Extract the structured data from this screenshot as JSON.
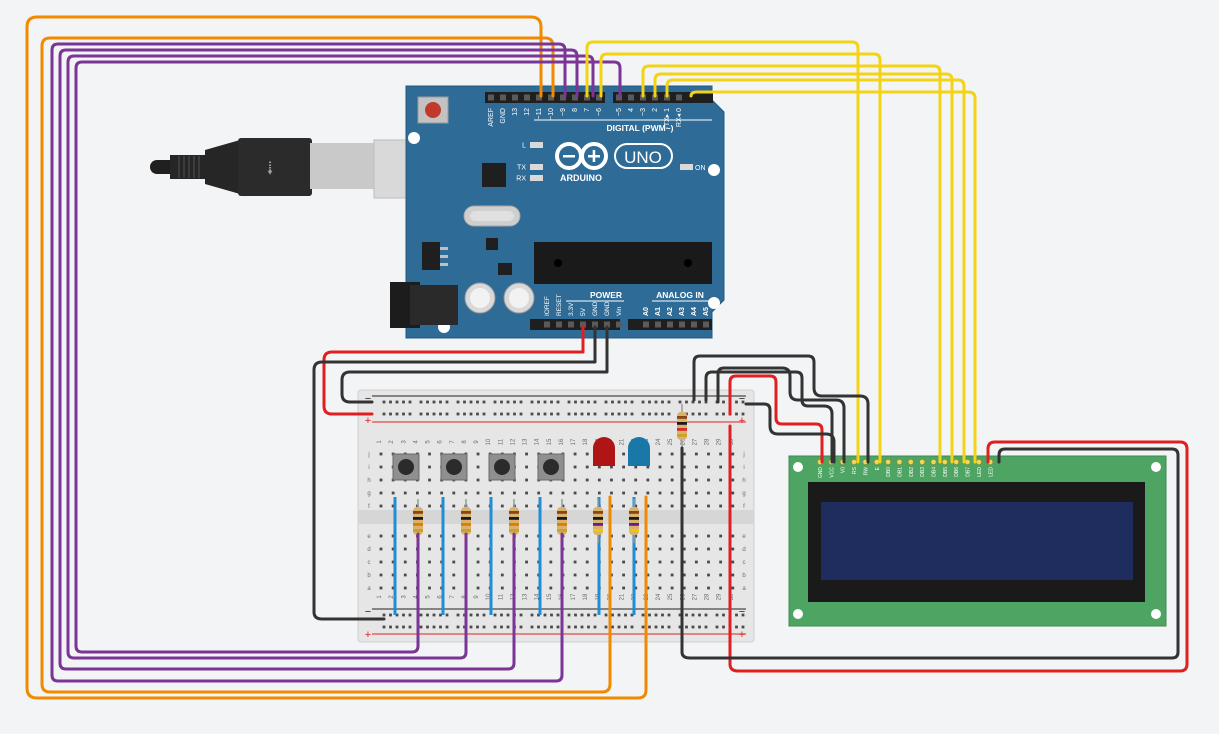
{
  "arduino": {
    "brand": "ARDUINO",
    "model": "UNO",
    "on_label": "ON",
    "digital_header": "DIGITAL (PWM~)",
    "digital_pins": [
      "AREF",
      "GND",
      "13",
      "12",
      "~11",
      "~10",
      "~9",
      "8",
      "7",
      "~6",
      "~5",
      "4",
      "~3",
      "2",
      "TX▸ 1",
      "RX◂ 0"
    ],
    "led_labels": [
      "L",
      "TX",
      "RX"
    ],
    "power_header": "POWER",
    "analog_header": "ANALOG IN",
    "power_pins": [
      "IOREF",
      "RESET",
      "3.3V",
      "5V",
      "GND",
      "GND",
      "Vin"
    ],
    "analog_pins": [
      "A0",
      "A1",
      "A2",
      "A3",
      "A4",
      "A5"
    ]
  },
  "breadboard": {
    "row_letters_top": [
      "j",
      "i",
      "h",
      "g",
      "f"
    ],
    "row_letters_bottom": [
      "e",
      "d",
      "c",
      "b",
      "a"
    ],
    "rail_plus": "+",
    "rail_minus": "−"
  },
  "lcd": {
    "pin_labels": [
      "GND",
      "VCC",
      "V0",
      "RS",
      "RW",
      "E",
      "DB0",
      "DB1",
      "DB2",
      "DB3",
      "DB4",
      "DB5",
      "DB6",
      "DB7",
      "LED",
      "LED"
    ]
  },
  "colors": {
    "board": "#2e6b96",
    "breadboard": "#e6e6e6",
    "lcd_pcb": "#4ea462",
    "lcd_screen": "#1f2c5e",
    "wire_orange": "#f08a00",
    "wire_purple": "#7b3596",
    "wire_yellow": "#f3d315",
    "wire_red": "#e02020",
    "wire_black": "#333333",
    "wire_blue": "#1e8fd6",
    "led_red": "#b01515",
    "led_blue": "#1a78a8"
  }
}
